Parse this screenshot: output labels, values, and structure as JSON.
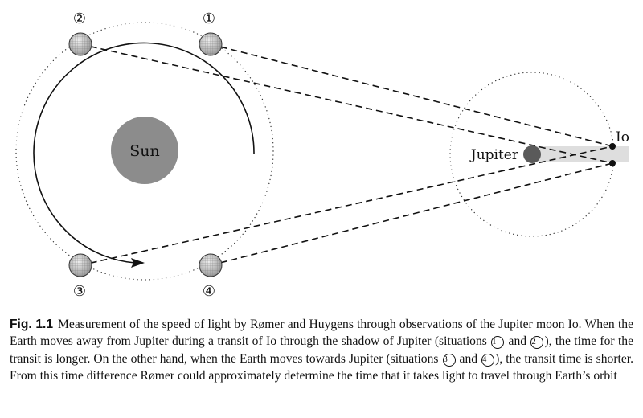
{
  "diagram": {
    "sun_label": "Sun",
    "jupiter_label": "Jupiter",
    "io_label": "Io",
    "positions": [
      {
        "id": "1",
        "label": "①"
      },
      {
        "id": "2",
        "label": "②"
      },
      {
        "id": "3",
        "label": "③"
      },
      {
        "id": "4",
        "label": "④"
      }
    ],
    "colors": {
      "sun": "#8c8c8c",
      "jupiter": "#5a5a5a",
      "shadow": "#dedede",
      "lines": "#111111",
      "earth": "#bdbdbd"
    }
  },
  "caption": {
    "label": "Fig. 1.1",
    "parts": [
      {
        "t": "Measurement of the speed of light by Rømer and Huygens through observations of the Jupiter moon Io. When the Earth moves away from Jupiter during a transit of Io through the shadow of Jupiter (situations "
      },
      {
        "c": "1"
      },
      {
        "t": " and "
      },
      {
        "c": "2"
      },
      {
        "t": "), the time for the transit is longer. On the other hand, when the Earth moves towards Jupiter (situations "
      },
      {
        "c": "3"
      },
      {
        "t": " and "
      },
      {
        "c": "4"
      },
      {
        "t": "), the transit time is shorter. From this time difference Rømer could approximately determine the time that it takes light to travel through Earth’s orbit"
      }
    ]
  }
}
